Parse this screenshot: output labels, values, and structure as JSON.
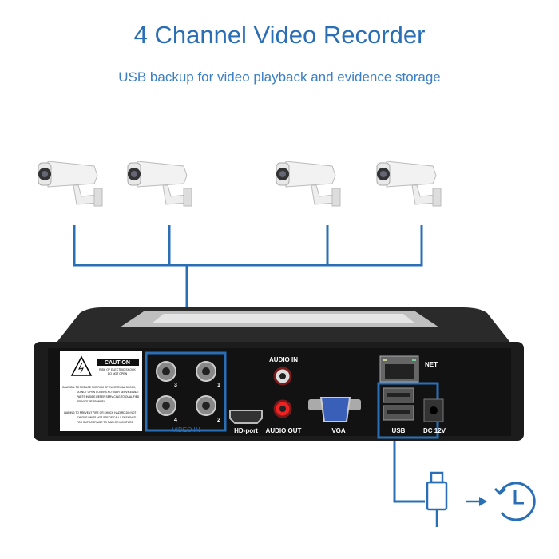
{
  "header": {
    "title": "4 Channel Video Recorder",
    "subtitle": "USB backup for video playback and evidence storage"
  },
  "cameras": [
    {
      "name": "camera-1"
    },
    {
      "name": "camera-2"
    },
    {
      "name": "camera-3"
    },
    {
      "name": "camera-4"
    }
  ],
  "caution_label": {
    "heading": "CAUTION",
    "sub1": "RISK OF ELECTRIC SHOCK",
    "sub2": "DO NOT OPEN",
    "body": [
      "CAUTION: TO REDUCE THE RISK OF ELECTRICAL SHOCK,",
      "DO NOT OPEN COVERS.NO USER SERVICEABLE",
      "PARTS IN SIDE.REFER SERVICING TO QUALIFIED",
      "SERVICE PERSONNEL",
      "WARING:TO PREVENT FIRE OR SHOCK HAZARD,DO NOT",
      "EXPOSE UNITS NOT SPECIFICALLY DESIGNED",
      "FOR OUTDOOR USE TO RAIN OR MOISTURE"
    ]
  },
  "ports": {
    "video_in": "VIDEO IN",
    "channels": [
      "3",
      "1",
      "4",
      "2"
    ],
    "hd_port": "HD-port",
    "audio_in": "AUDIO IN",
    "audio_out": "AUDIO OUT",
    "vga": "VGA",
    "net": "NET",
    "usb": "USB",
    "dc": "DC 12V"
  },
  "colors": {
    "accent": "#2a6fb5",
    "device": "#1c1c1c"
  },
  "icons": [
    "usb-plug-icon",
    "arrow-right-icon",
    "clock-history-icon",
    "warning-triangle-icon"
  ]
}
